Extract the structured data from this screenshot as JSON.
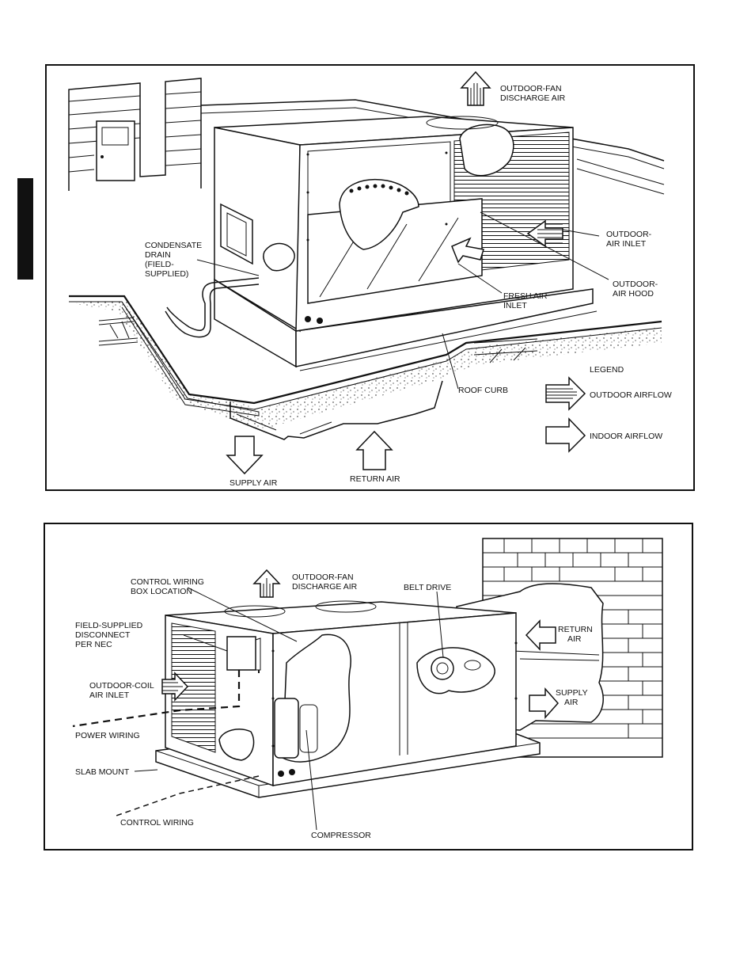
{
  "figure1": {
    "labels": {
      "outdoor_fan_discharge_1": "OUTDOOR-FAN",
      "outdoor_fan_discharge_2": "DISCHARGE AIR",
      "condensate_1": "CONDENSATE",
      "condensate_2": "DRAIN",
      "condensate_3": "(FIELD-",
      "condensate_4": "SUPPLIED)",
      "outdoor_air_inlet_1": "OUTDOOR-",
      "outdoor_air_inlet_2": "AIR INLET",
      "outdoor_air_hood_1": "OUTDOOR-",
      "outdoor_air_hood_2": "AIR HOOD",
      "fresh_air_inlet_1": "FRESH AIR",
      "fresh_air_inlet_2": "INLET",
      "roof_curb": "ROOF CURB",
      "supply_air": "SUPPLY AIR",
      "return_air": "RETURN AIR"
    },
    "legend": {
      "title": "LEGEND",
      "outdoor_airflow": "OUTDOOR AIRFLOW",
      "indoor_airflow": "INDOOR AIRFLOW"
    }
  },
  "figure2": {
    "labels": {
      "control_wiring_box_1": "CONTROL WIRING",
      "control_wiring_box_2": "BOX LOCATION",
      "outdoor_fan_discharge_1": "OUTDOOR-FAN",
      "outdoor_fan_discharge_2": "DISCHARGE AIR",
      "belt_drive": "BELT DRIVE",
      "disconnect_1": "FIELD-SUPPLIED",
      "disconnect_2": "DISCONNECT",
      "disconnect_3": "PER NEC",
      "outdoor_coil_1": "OUTDOOR-COIL",
      "outdoor_coil_2": "AIR INLET",
      "return_air_1": "RETURN",
      "return_air_2": "AIR",
      "supply_air_1": "SUPPLY",
      "supply_air_2": "AIR",
      "power_wiring": "POWER WIRING",
      "slab_mount": "SLAB MOUNT",
      "control_wiring": "CONTROL WIRING",
      "compressor": "COMPRESSOR"
    }
  }
}
